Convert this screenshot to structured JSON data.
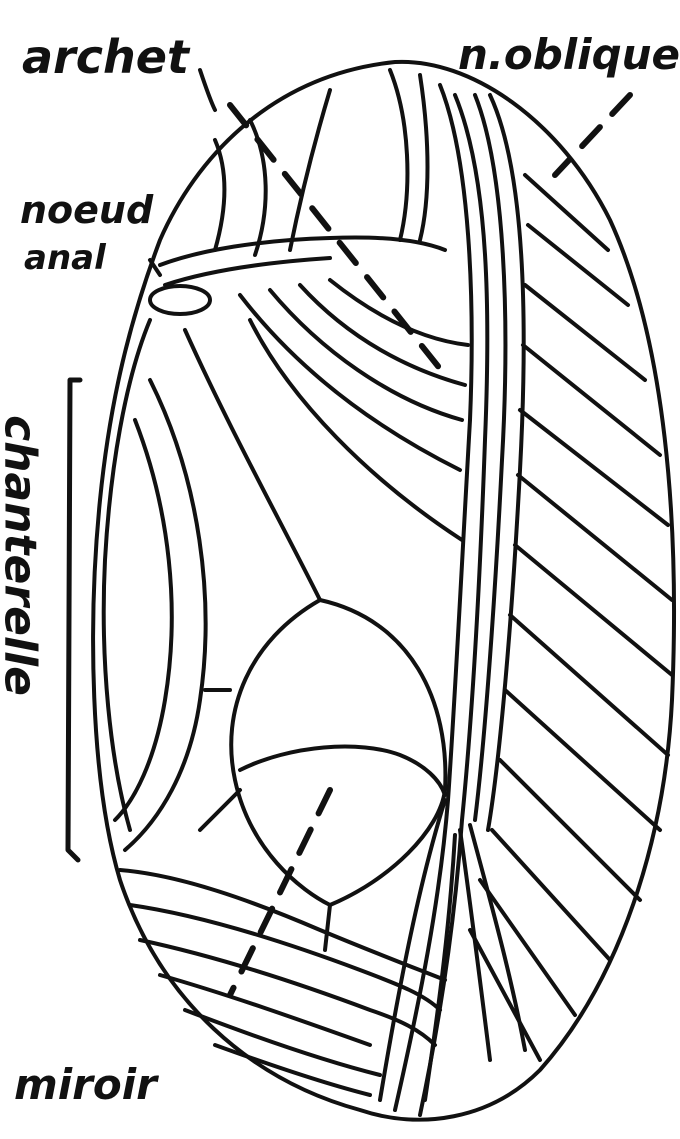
{
  "labels": {
    "archet": "archet",
    "n_oblique": "n.oblique",
    "noeud_line1": "noeud",
    "noeud_line2": "anal",
    "chanterelle": "chanterelle",
    "miroir": "miroir"
  },
  "colors": {
    "ink": "#111111",
    "paper": "#ffffff"
  }
}
